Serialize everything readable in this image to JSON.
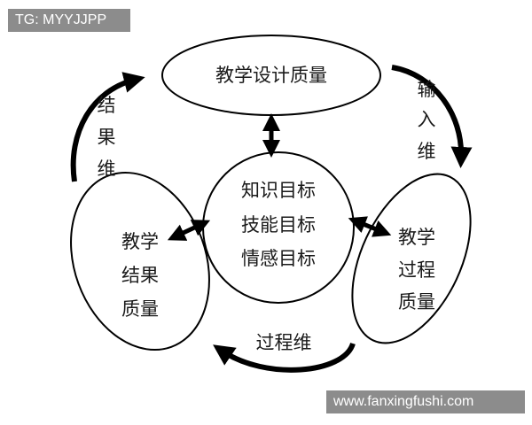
{
  "nodes": {
    "design_quality": "教学设计质量",
    "center_lines": [
      "知识目标",
      "技能目标",
      "情感目标"
    ],
    "result_quality_lines": [
      "教学",
      "结果",
      "质量"
    ],
    "process_quality_lines": [
      "教学",
      "过程",
      "质量"
    ]
  },
  "edges": {
    "result_dim_chars": [
      "结",
      "果",
      "维"
    ],
    "input_dim_chars": [
      "输",
      "入",
      "维"
    ],
    "process_dim": "过程维"
  },
  "watermarks": {
    "top_left": "TG: MYYJJPP",
    "bottom_right": "www.fanxingfushi.com"
  },
  "colors": {
    "stroke": "#000000",
    "text": "#1a1a1a",
    "watermark_bg": "#8c8c8c"
  }
}
